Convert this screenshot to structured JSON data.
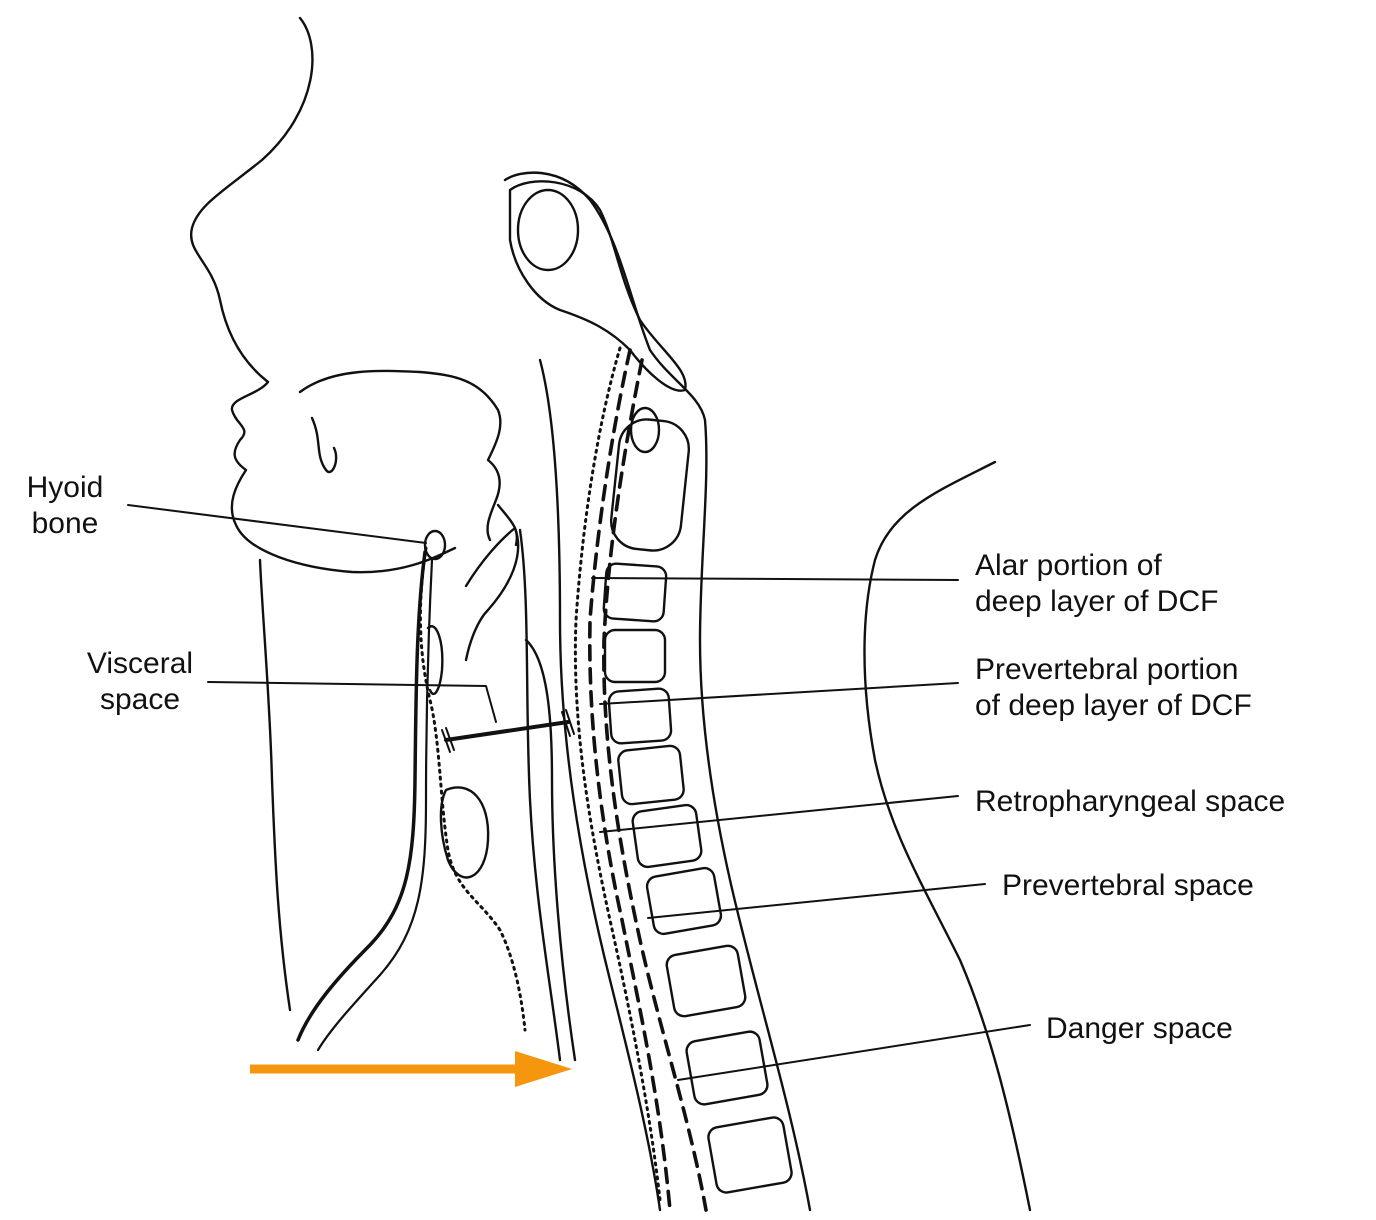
{
  "colors": {
    "ink": "#111111",
    "arrow": "#f5960f",
    "background": "#ffffff"
  },
  "labels": {
    "hyoid": "Hyoid\nbone",
    "visceral": "Visceral\nspace",
    "alar": "Alar portion of\ndeep layer of DCF",
    "prevertebral_portion": "Prevertebral portion\nof deep layer of DCF",
    "retropharyngeal": "Retropharyngeal space",
    "prevertebral_space": "Prevertebral space",
    "danger": "Danger space"
  },
  "annotations": {
    "highlight_arrow_icon": "arrow-right-icon"
  }
}
